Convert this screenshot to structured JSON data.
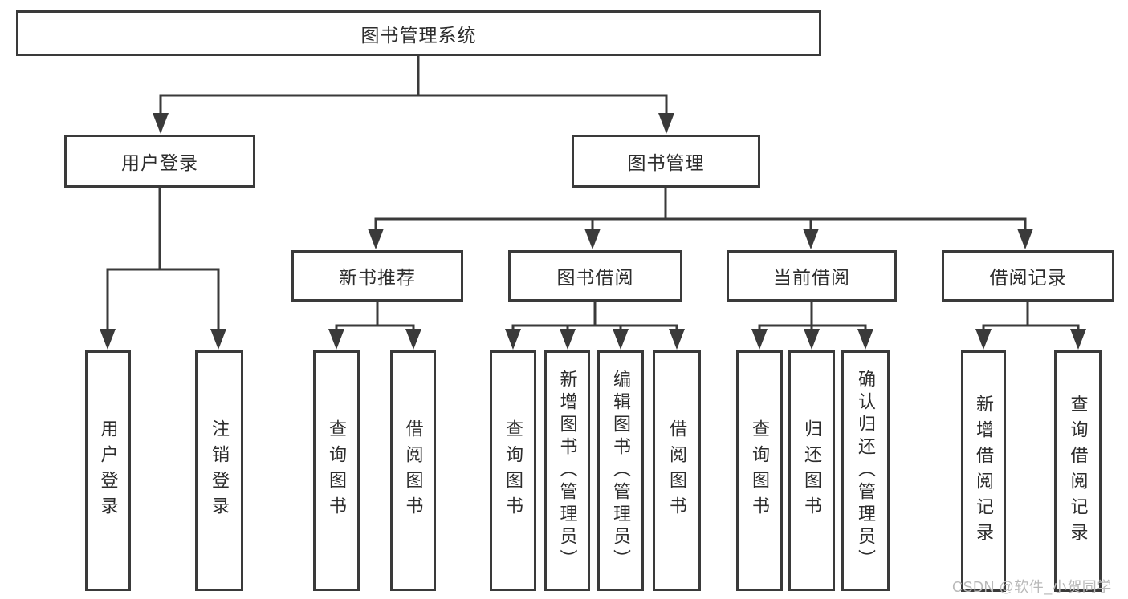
{
  "diagram_title": "图书管理系统",
  "watermark": "CSDN @软件_小贺同学",
  "colors": {
    "line": "#3a3a3a",
    "box_border": "#3a3a3a",
    "text": "#2d2d2d",
    "background": "#ffffff",
    "watermark": "#b9b9b9"
  },
  "nodes": {
    "root": {
      "label": "图书管理系统"
    },
    "user_login": {
      "label": "用户登录"
    },
    "book_mgmt": {
      "label": "图书管理"
    },
    "login": {
      "label": "用户登录"
    },
    "logout": {
      "label": "注销登录"
    },
    "new_books": {
      "label": "新书推荐"
    },
    "borrow": {
      "label": "图书借阅"
    },
    "current": {
      "label": "当前借阅"
    },
    "records": {
      "label": "借阅记录"
    },
    "nb_query": {
      "label": "查询图书"
    },
    "nb_borrow": {
      "label": "借阅图书"
    },
    "bw_query": {
      "label": "查询图书"
    },
    "bw_add": {
      "label": "新增图书（管理员）"
    },
    "bw_edit": {
      "label": "编辑图书（管理员）"
    },
    "bw_borrow": {
      "label": "借阅图书"
    },
    "cur_query": {
      "label": "查询图书"
    },
    "cur_return": {
      "label": "归还图书"
    },
    "cur_confirm": {
      "label": "确认归还（管理员）"
    },
    "rec_add": {
      "label": "新增借阅记录"
    },
    "rec_query": {
      "label": "查询借阅记录"
    }
  },
  "hierarchy": {
    "root": [
      "user_login",
      "book_mgmt"
    ],
    "user_login": [
      "login",
      "logout"
    ],
    "book_mgmt": [
      "new_books",
      "borrow",
      "current",
      "records"
    ],
    "new_books": [
      "nb_query",
      "nb_borrow"
    ],
    "borrow": [
      "bw_query",
      "bw_add",
      "bw_edit",
      "bw_borrow"
    ],
    "current": [
      "cur_query",
      "cur_return",
      "cur_confirm"
    ],
    "records": [
      "rec_add",
      "rec_query"
    ]
  }
}
